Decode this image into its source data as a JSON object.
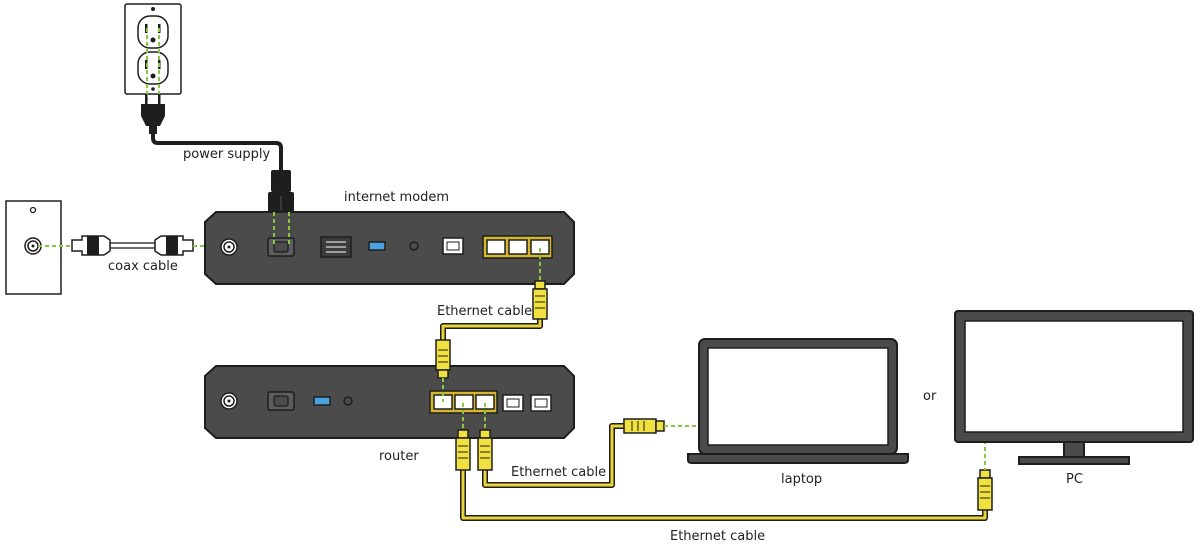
{
  "labels": {
    "power_supply": "power supply",
    "internet_modem": "internet modem",
    "coax_cable": "coax cable",
    "ethernet_cable_1": "Ethernet cable",
    "router": "router",
    "ethernet_cable_2": "Ethernet cable",
    "laptop": "laptop",
    "or": "or",
    "pc": "PC",
    "ethernet_cable_3": "Ethernet cable"
  },
  "colors": {
    "device_body": "#4b4b4c",
    "ethernet_cable": "#e9d33a",
    "connection_dash": "#8dc63f",
    "outline": "#1e1e1e"
  }
}
